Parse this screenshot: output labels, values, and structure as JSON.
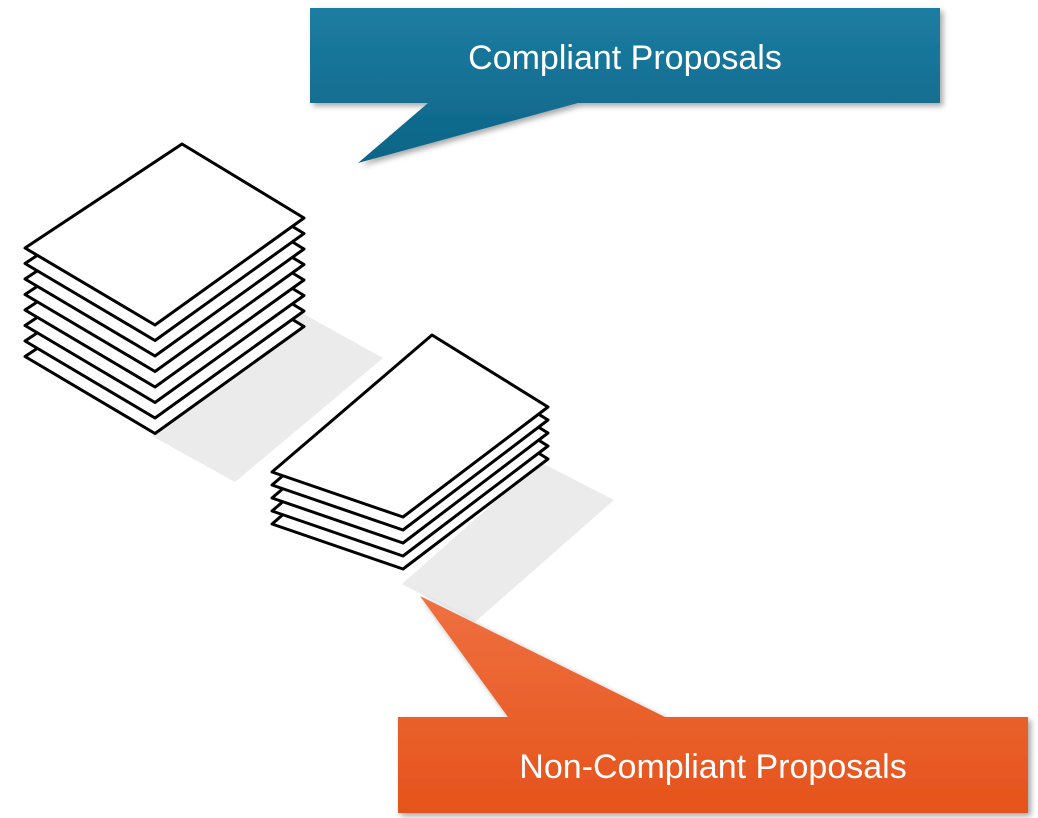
{
  "diagram": {
    "compliant": {
      "label": "Compliant Proposals",
      "color": "#1a7598",
      "color_dark": "#0f5f80",
      "stack_sheets": 8
    },
    "non_compliant": {
      "label": "Non-Compliant Proposals",
      "color": "#e85a22",
      "color_light": "#ef6e35",
      "stack_sheets": 5
    },
    "shadow_color": "#ebebeb",
    "sheet_stroke": "#000000",
    "sheet_fill": "#ffffff"
  }
}
